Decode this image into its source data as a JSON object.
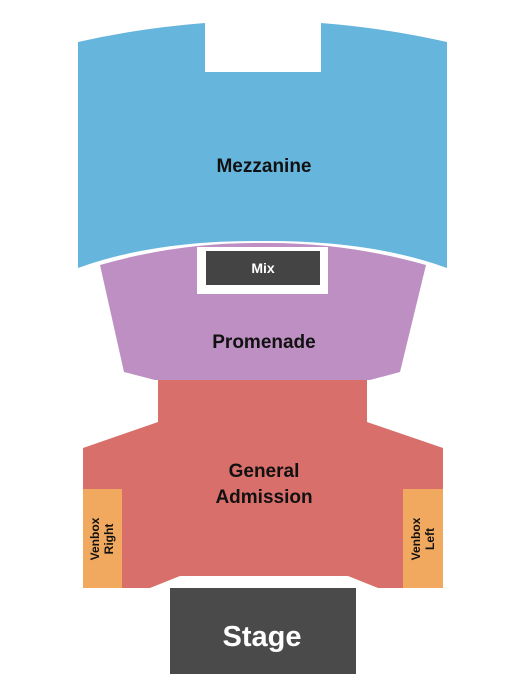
{
  "sections": {
    "mezzanine": {
      "label": "Mezzanine",
      "color": "#66b5dd"
    },
    "mix": {
      "label": "Mix",
      "color": "#444444"
    },
    "promenade": {
      "label": "Promenade",
      "color": "#bd8fc2"
    },
    "general_admission": {
      "label_line1": "General",
      "label_line2": "Admission",
      "color": "#d96f6b"
    },
    "venbox_right": {
      "label_line1": "Venbox",
      "label_line2": "Right",
      "color": "#f0a95e"
    },
    "venbox_left": {
      "label_line1": "Venbox",
      "label_line2": "Left",
      "color": "#f0a95e"
    },
    "stage": {
      "label": "Stage",
      "color": "#4a4a4a"
    }
  }
}
